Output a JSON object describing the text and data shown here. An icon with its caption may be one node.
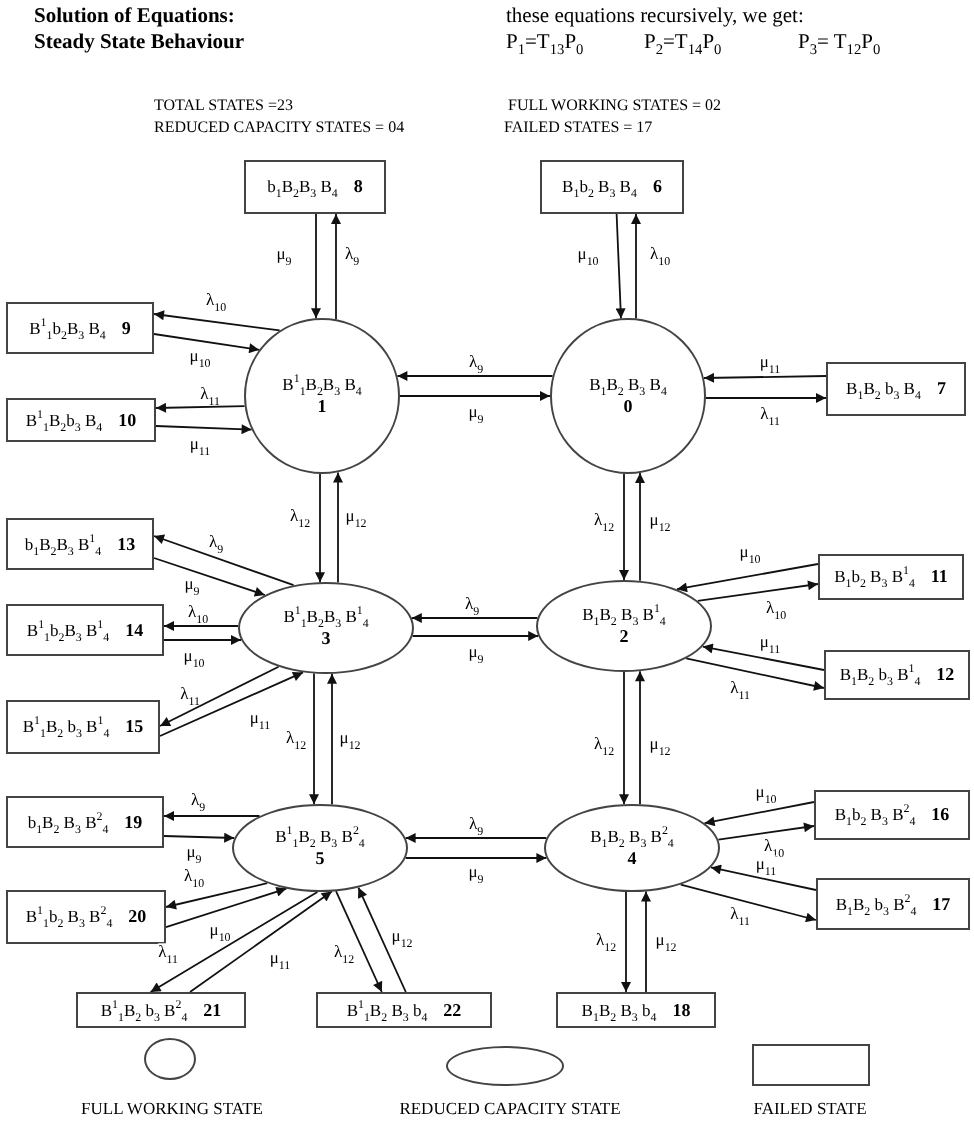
{
  "diagram": {
    "nodes": [
      {
        "text": [
          "B$_{1}$B$_{2}$ B$_{3}$ B$_{4}$",
          "0"
        ]
      },
      {
        "text": [
          "B$^{1}$$_{1}$B$_{2}$B$_{3}$ B$_{4}$",
          "1"
        ]
      },
      {
        "text": [
          "B$_{1}$B$_{2}$ B$_{3}$ B$^{1}$$_{4}$",
          "2"
        ]
      },
      {
        "text": [
          "B$^{1}$$_{1}$B$_{2}$B$_{3}$ B$^{1}$$_{4}$",
          "3"
        ]
      },
      {
        "text": [
          "B$_{1}$B$_{2}$ B$_{3}$ B$^{2}$$_{4}$",
          "4"
        ]
      },
      {
        "text": [
          "B$^{1}$$_{1}$B$_{2}$ B$_{3}$ B$^{2}$$_{4}$",
          "5"
        ]
      },
      {
        "text": [
          "B$_{1}$b$_{2}$ B$_{3}$ B$_{4}$",
          "6"
        ]
      },
      {
        "text": [
          "B$_{1}$B$_{2}$ b$_{3}$ B$_{4}$",
          "7"
        ]
      },
      {
        "text": [
          "b$_{1}$B$_{2}$B$_{3}$ B$_{4}$",
          "8"
        ]
      },
      {
        "text": [
          "B$^{1}$$_{1}$b$_{2}$B$_{3}$ B$_{4}$",
          "9"
        ]
      },
      {
        "text": [
          "B$^{1}$$_{1}$B$_{2}$b$_{3}$ B$_{4}$",
          "10"
        ]
      },
      {
        "text": [
          "B$_{1}$b$_{2}$ B$_{3}$ B$^{1}$$_{4}$",
          "11"
        ]
      },
      {
        "text": [
          "B$_{1}$B$_{2}$ b$_{3}$ B$^{1}$$_{4}$",
          "12"
        ]
      },
      {
        "text": [
          "b$_{1}$B$_{2}$B$_{3}$ B$^{1}$$_{4}$",
          "13"
        ]
      },
      {
        "text": [
          "B$^{1}$$_{1}$b$_{2}$B$_{3}$ B$^{1}$$_{4}$",
          "14"
        ]
      },
      {
        "text": [
          "B$^{1}$$_{1}$B$_{2}$ b$_{3}$ B$^{1}$$_{4}$",
          "15"
        ]
      },
      {
        "text": [
          "B$_{1}$b$_{2}$ B$_{3}$ B$^{2}$$_{4}$",
          "16"
        ]
      },
      {
        "text": [
          "B$_{1}$B$_{2}$ b$_{3}$ B$^{2}$$_{4}$",
          "17"
        ]
      },
      {
        "text": [
          "B$_{1}$B$_{2}$ B$_{3}$ b$_{4}$",
          "18"
        ]
      },
      {
        "text": [
          "b$_{1}$B$_{2}$ B$_{3}$ B$^{2}$$_{4}$",
          "19"
        ]
      },
      {
        "text": [
          "B$^{1}$$_{1}$b$_{2}$ B$_{3}$ B$^{2}$$_{4}$",
          "20"
        ]
      },
      {
        "text": [
          "B$^{1}$$_{1}$B$_{2}$ b$_{3}$ B$^{2}$$_{4}$",
          "21"
        ]
      },
      {
        "text": [
          "B$^{1}$$_{1}$B$_{2}$ B$_{3}$ b$_{4}$",
          "22"
        ]
      }
    ],
    "edges": [
      {
        "from": 1,
        "to": 8,
        "arrow": "to",
        "label": "λ$_{9}$"
      },
      {
        "from": 8,
        "to": 1,
        "arrow": "to",
        "label": "μ$_{9}$"
      },
      {
        "from": 6,
        "to": 0,
        "arrow": "to",
        "label": "μ$_{10}$"
      },
      {
        "from": 0,
        "to": 6,
        "arrow": "to",
        "label": "λ$_{10}$"
      },
      {
        "from": 1,
        "to": 9,
        "arrow": "to",
        "label": "λ$_{10}$"
      },
      {
        "from": 9,
        "to": 1,
        "arrow": "to",
        "label": "μ$_{10}$"
      },
      {
        "from": 1,
        "to": 10,
        "arrow": "to",
        "label": "λ$_{11}$"
      },
      {
        "from": 10,
        "to": 1,
        "arrow": "to",
        "label": "μ$_{11}$"
      },
      {
        "from": 0,
        "to": 1,
        "arrow": "to",
        "label": "λ$_{9}$"
      },
      {
        "from": 1,
        "to": 0,
        "arrow": "to",
        "label": "μ$_{9}$"
      },
      {
        "from": 7,
        "to": 0,
        "arrow": "to",
        "label": "μ$_{11}$"
      },
      {
        "from": 0,
        "to": 7,
        "arrow": "to",
        "label": "λ$_{11}$"
      },
      {
        "from": 1,
        "to": 3,
        "arrow": "to",
        "label": "λ$_{12}$"
      },
      {
        "from": 3,
        "to": 1,
        "arrow": "to",
        "label": "μ$_{12}$"
      },
      {
        "from": 0,
        "to": 2,
        "arrow": "to",
        "label": "λ$_{12}$"
      },
      {
        "from": 2,
        "to": 0,
        "arrow": "to",
        "label": "μ$_{12}$"
      },
      {
        "from": 3,
        "to": 13,
        "arrow": "to",
        "label": "λ$_{9}$"
      },
      {
        "from": 13,
        "to": 3,
        "arrow": "to",
        "label": "μ$_{9}$"
      },
      {
        "from": 11,
        "to": 2,
        "arrow": "to",
        "label": "μ$_{10}$"
      },
      {
        "from": 2,
        "to": 11,
        "arrow": "to",
        "label": "λ$_{10}$"
      },
      {
        "from": 3,
        "to": 14,
        "arrow": "to",
        "label": "λ$_{10}$"
      },
      {
        "from": 14,
        "to": 3,
        "arrow": "to",
        "label": "μ$_{10}$"
      },
      {
        "from": 2,
        "to": 3,
        "arrow": "to",
        "label": "λ$_{9}$"
      },
      {
        "from": 3,
        "to": 2,
        "arrow": "to",
        "label": "μ$_{9}$"
      },
      {
        "from": 12,
        "to": 2,
        "arrow": "to",
        "label": "μ$_{11}$"
      },
      {
        "from": 2,
        "to": 12,
        "arrow": "to",
        "label": "λ$_{11}$"
      },
      {
        "from": 3,
        "to": 15,
        "arrow": "to",
        "label": "λ$_{11}$"
      },
      {
        "from": 15,
        "to": 3,
        "arrow": "to",
        "label": "μ$_{11}$"
      },
      {
        "from": 3,
        "to": 5,
        "arrow": "to",
        "label": "λ$_{12}$"
      },
      {
        "from": 5,
        "to": 3,
        "arrow": "to",
        "label": "μ$_{12}$"
      },
      {
        "from": 2,
        "to": 4,
        "arrow": "to",
        "label": "λ$_{12}$"
      },
      {
        "from": 4,
        "to": 2,
        "arrow": "to",
        "label": "μ$_{12}$"
      },
      {
        "from": 5,
        "to": 19,
        "arrow": "to",
        "label": "λ$_{9}$"
      },
      {
        "from": 19,
        "to": 5,
        "arrow": "to",
        "label": "μ$_{9}$"
      },
      {
        "from": 16,
        "to": 4,
        "arrow": "to",
        "label": "μ$_{10}$"
      },
      {
        "from": 4,
        "to": 16,
        "arrow": "to",
        "label": "λ$_{10}$"
      },
      {
        "from": 4,
        "to": 5,
        "arrow": "to",
        "label": "λ$_{9}$"
      },
      {
        "from": 5,
        "to": 4,
        "arrow": "to",
        "label": "μ$_{9}$"
      },
      {
        "from": 5,
        "to": 20,
        "arrow": "to",
        "label": "λ$_{10}$"
      },
      {
        "from": 20,
        "to": 5,
        "arrow": "to",
        "label": "μ$_{10}$"
      },
      {
        "from": 17,
        "to": 4,
        "arrow": "to",
        "label": "μ$_{11}$"
      },
      {
        "from": 4,
        "to": 17,
        "arrow": "to",
        "label": "λ$_{11}$"
      },
      {
        "from": 5,
        "to": 21,
        "arrow": "to",
        "label": "λ$_{11}$"
      },
      {
        "from": 21,
        "to": 5,
        "arrow": "to",
        "label": "μ$_{11}$"
      },
      {
        "from": 5,
        "to": 22,
        "arrow": "to",
        "label": "λ$_{12}$"
      },
      {
        "from": 22,
        "to": 5,
        "arrow": "to",
        "label": "μ$_{12}$"
      },
      {
        "from": 4,
        "to": 18,
        "arrow": "to",
        "label": "λ$_{12}$"
      },
      {
        "from": 18,
        "to": 4,
        "arrow": "to",
        "label": "μ$_{12}$"
      }
    ],
    "labels": [
      "Solution of Equations:",
      "these equations recursively, we get:",
      "Steady State Behaviour",
      "P$_{1}$=T$_{13}$P$_{0}$",
      "P$_{2}$=T$_{14}$P$_{0}$",
      "P$_{3}$= T$_{12}$P$_{0}$",
      "TOTAL STATES =23",
      "FULL WORKING STATES = 02",
      "REDUCED CAPACITY STATES = 04",
      "FAILED STATES = 17"
    ],
    "legend": [
      {
        "text": "FULL WORKING STATE"
      },
      {
        "text": "REDUCED CAPACITY STATE"
      },
      {
        "text": "FAILED STATE"
      }
    ]
  }
}
